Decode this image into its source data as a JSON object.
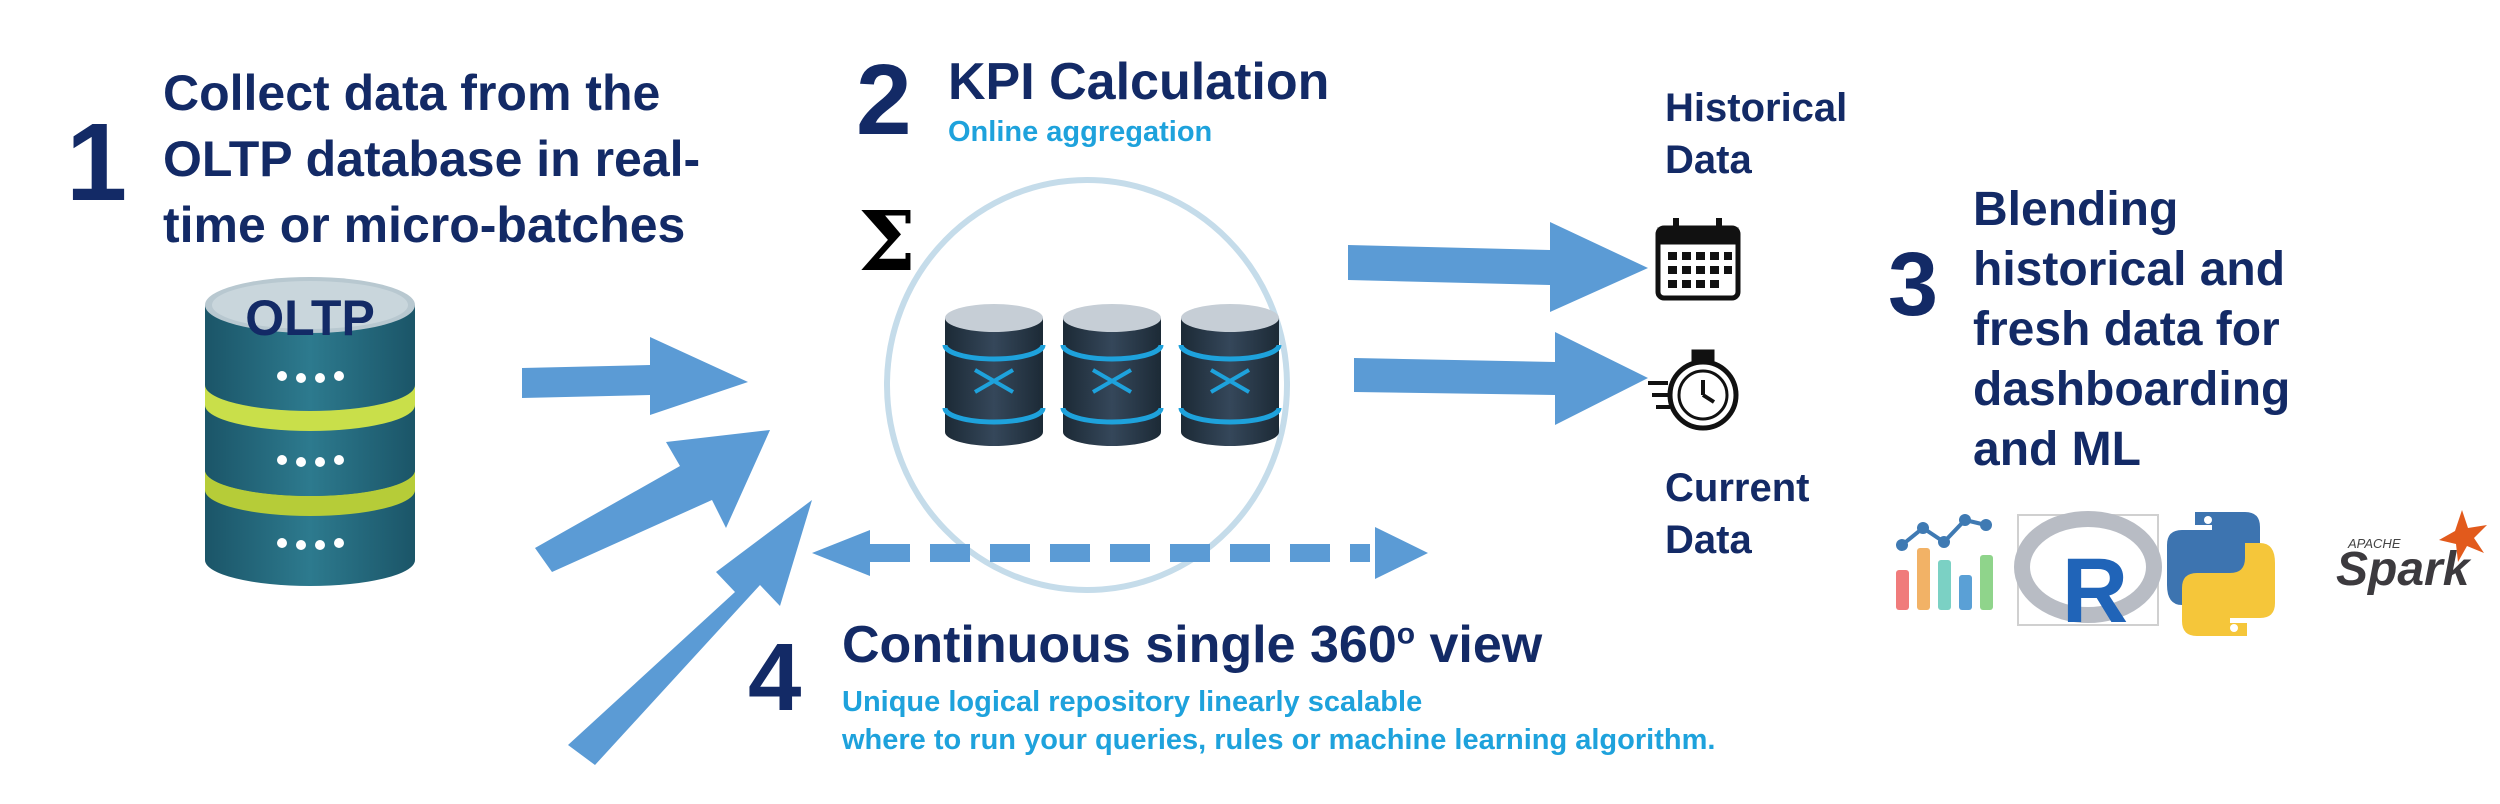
{
  "step1": {
    "number": "1",
    "lines": [
      "Collect data from the",
      "OLTP database in real-",
      "time or micro-batches"
    ],
    "db_label": "OLTP"
  },
  "step2": {
    "number": "2",
    "title": "KPI Calculation",
    "subtitle": "Online aggregation"
  },
  "outputs": {
    "historical": [
      "Historical",
      "Data"
    ],
    "current": [
      "Current",
      "Data"
    ]
  },
  "step3": {
    "number": "3",
    "lines": [
      "Blending",
      "historical and",
      "fresh data for",
      "dashboarding",
      "and ML"
    ],
    "tools": [
      "chart-bars-icon",
      "r-logo-icon",
      "python-logo-icon",
      "spark-logo-icon"
    ],
    "spark_small": "APACHE",
    "spark_word": "Spark",
    "r_letter": "R"
  },
  "step4": {
    "number": "4",
    "title": "Continuous single 360",
    "title_sup": "o",
    "title_end": " view",
    "sub_lines": [
      "Unique logical repository linearly scalable",
      "where to run your queries, rules or machine learning algorithm."
    ]
  },
  "colors": {
    "navy": "#132a66",
    "cyan": "#1ea2dc",
    "arrow": "#5b9bd5",
    "db_dark": "#1e5f72",
    "db_light": "#c9df4a",
    "cluster_ring": "#c5dcea"
  }
}
